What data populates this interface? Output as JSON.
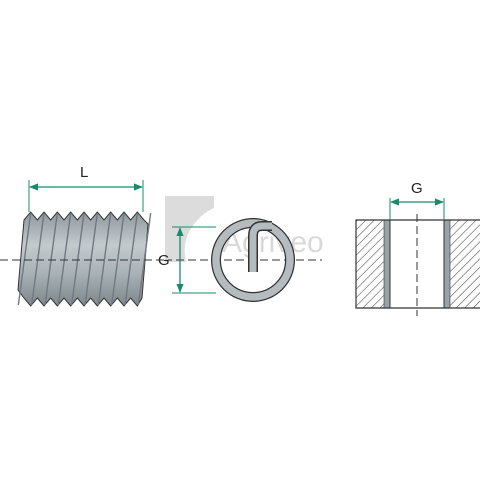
{
  "watermark": {
    "text": "Agriveo"
  },
  "insert_side_view": {
    "dimension_label": "L"
  },
  "insert_end_view": {
    "dimension_label": "G"
  },
  "tapped_hole_section": {
    "dimension_label": "G"
  },
  "colors": {
    "thread_fill": "#a8b1b5",
    "thread_dark": "#6f7a80",
    "outline": "#333333",
    "dimension": "#1a8a6e",
    "hatch": "#555555",
    "watermark": "#d9d9d9"
  }
}
